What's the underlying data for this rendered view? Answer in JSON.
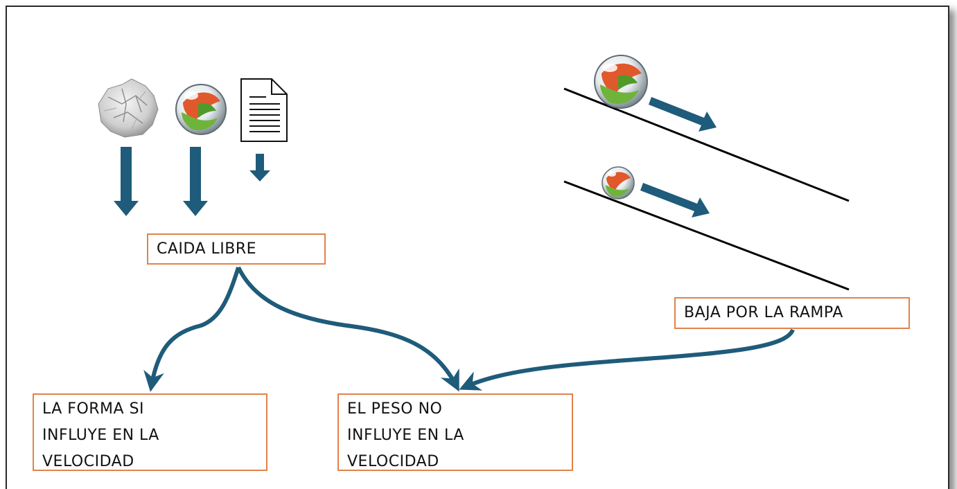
{
  "colors": {
    "arrow": "#1f5b7a",
    "box_border": "#e2824a",
    "ramp_line": "#000000"
  },
  "boxes": {
    "caida_libre": "CAIDA LIBRE",
    "baja_rampa": "BAJA POR LA RAMPA",
    "forma": [
      "LA FORMA SI",
      "INFLUYE EN LA",
      "VELOCIDAD"
    ],
    "peso": [
      "EL PESO NO",
      "INFLUYE EN LA",
      "VELOCIDAD"
    ]
  },
  "icons": [
    "crumpled-paper-icon",
    "marble-icon",
    "document-icon",
    "large-marble-icon",
    "small-marble-icon"
  ]
}
